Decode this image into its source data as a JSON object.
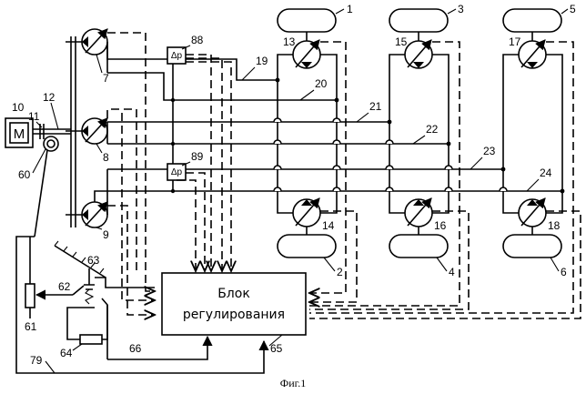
{
  "block": {
    "line1": "Блок",
    "line2": "регулирования"
  },
  "caption": "Фиг.1",
  "motor_symbol": "М",
  "dp_symbol": "Δр",
  "labels": {
    "n1": "1",
    "n2": "2",
    "n3": "3",
    "n4": "4",
    "n5": "5",
    "n6": "6",
    "n7": "7",
    "n8": "8",
    "n9": "9",
    "n10": "10",
    "n11": "11",
    "n12": "12",
    "n13": "13",
    "n14": "14",
    "n15": "15",
    "n16": "16",
    "n17": "17",
    "n18": "18",
    "n19": "19",
    "n20": "20",
    "n21": "21",
    "n22": "22",
    "n23": "23",
    "n24": "24",
    "n60": "60",
    "n61": "61",
    "n62": "62",
    "n63": "63",
    "n64": "64",
    "n65": "65",
    "n66": "66",
    "n79": "79",
    "n88": "88",
    "n89": "89"
  }
}
